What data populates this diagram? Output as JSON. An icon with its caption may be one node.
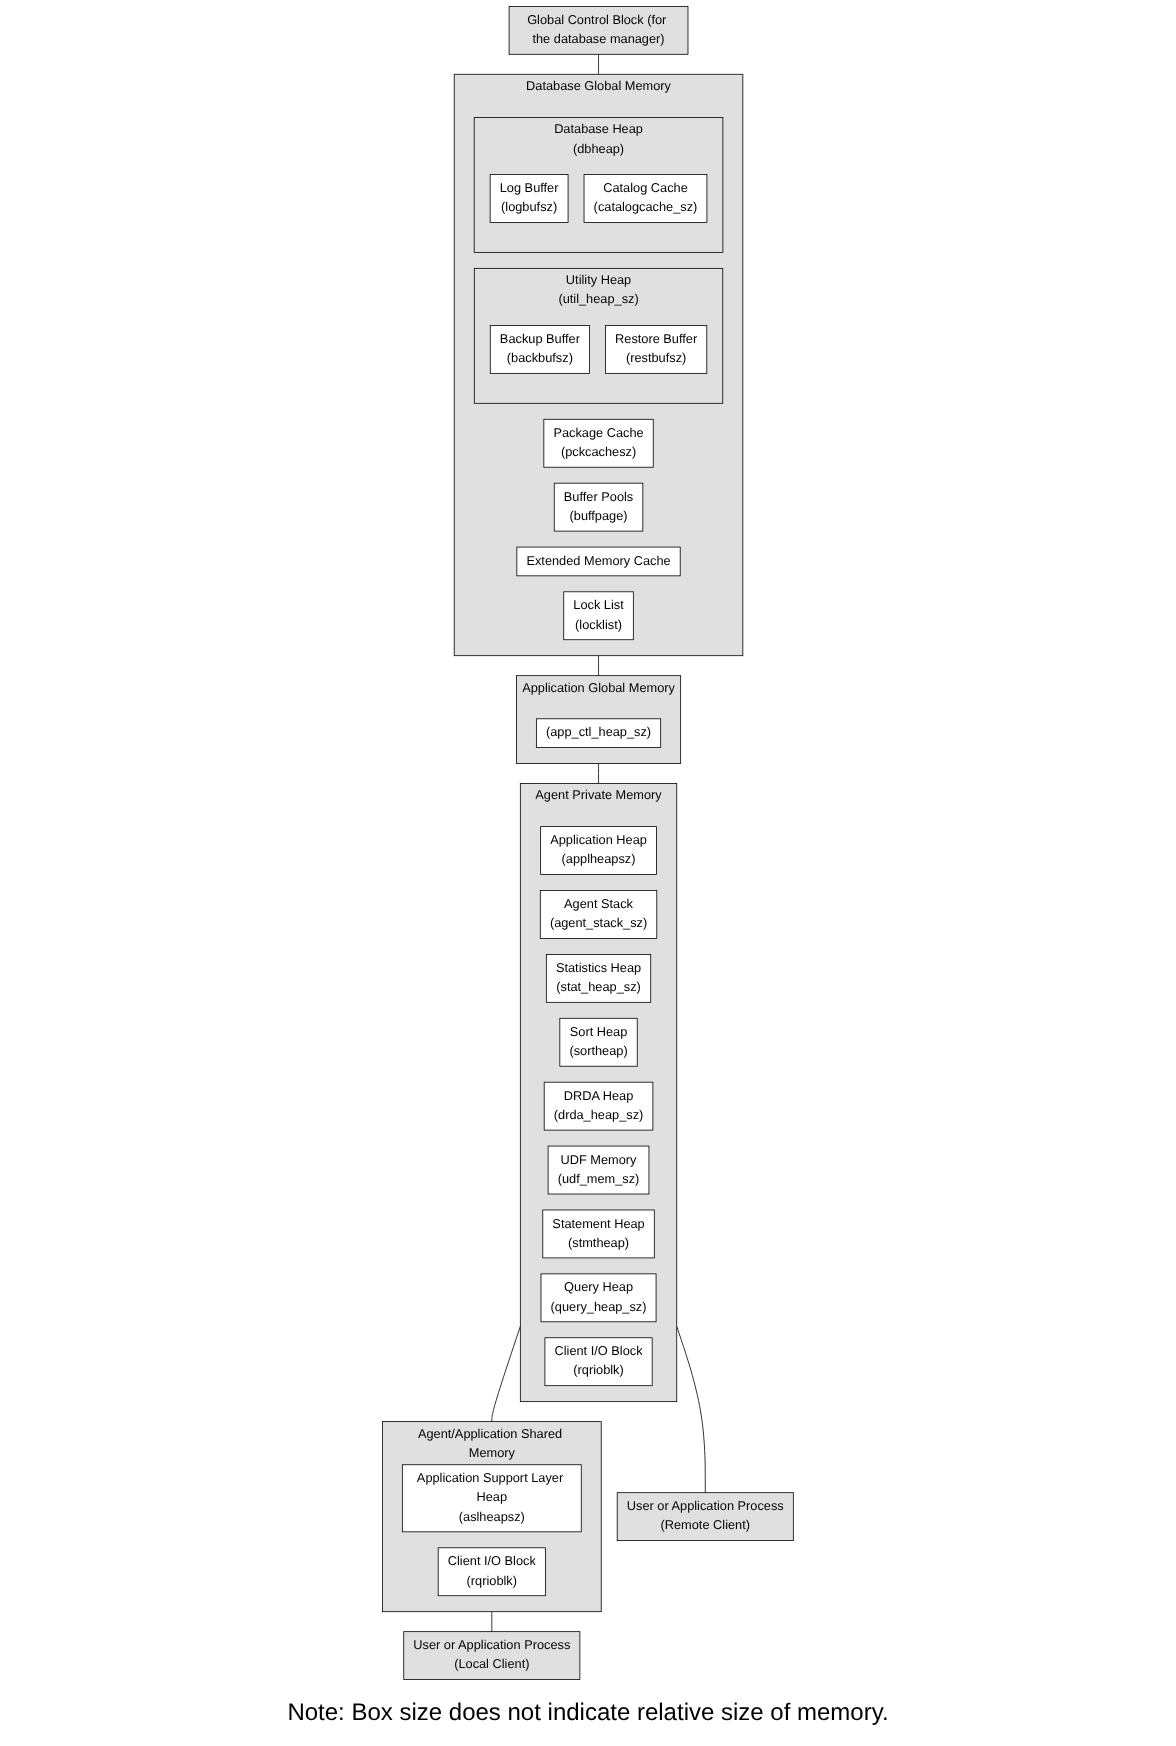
{
  "diagram": {
    "nodes": [
      {
        "text": [
          "Global Control Block (for the database manager)"
        ]
      },
      {
        "text": [
          "Database Global Memory"
        ]
      },
      {
        "text": [
          "Utility Heap",
          "(util_heap_sz)"
        ],
        "in": 1
      },
      {
        "text": [
          "Backup Buffer",
          "(backbufsz)"
        ],
        "in": 2
      },
      {
        "text": [
          "Restore Buffer",
          "(restbufsz)"
        ],
        "in": 2
      },
      {
        "text": [
          "Package Cache",
          "(pckcachesz)"
        ],
        "in": 1
      },
      {
        "text": [
          "Buffer Pools",
          "(buffpage)"
        ],
        "in": 1
      },
      {
        "text": [
          "Extended Memory Cache"
        ],
        "in": 1
      },
      {
        "text": [
          "Lock List",
          "(locklist)"
        ],
        "in": 1
      },
      {
        "text": [
          "Database Heap",
          "(dbheap)"
        ],
        "in": 1
      },
      {
        "text": [
          "Log Buffer",
          "(logbufsz)"
        ],
        "in": 9
      },
      {
        "text": [
          "Catalog Cache",
          "(catalogcache_sz)"
        ],
        "in": 9
      },
      {
        "text": [
          "Application Global Memory"
        ]
      },
      {
        "text": [
          "(app_ctl_heap_sz)"
        ],
        "in": 12
      },
      {
        "text": [
          "Agent Private Memory"
        ]
      },
      {
        "text": [
          "Application Heap",
          "(applheapsz)"
        ],
        "in": 14
      },
      {
        "text": [
          "Agent Stack",
          "(agent_stack_sz)"
        ],
        "in": 14
      },
      {
        "text": [
          "Statistics Heap",
          "(stat_heap_sz)"
        ],
        "in": 14
      },
      {
        "text": [
          "Sort Heap",
          "(sortheap)"
        ],
        "in": 14
      },
      {
        "text": [
          "DRDA Heap",
          "(drda_heap_sz)"
        ],
        "in": 14
      },
      {
        "text": [
          "UDF Memory",
          "(udf_mem_sz)"
        ],
        "in": 14
      },
      {
        "text": [
          "Statement Heap",
          "(stmtheap)"
        ],
        "in": 14
      },
      {
        "text": [
          "Query Heap",
          "(query_heap_sz)"
        ],
        "in": 14
      },
      {
        "text": [
          "Client I/O Block",
          "(rqrioblk)"
        ],
        "in": 14
      },
      {
        "text": [
          "Agent/Application Shared Memory"
        ]
      },
      {
        "text": [
          "Application Support Layer Heap",
          "(aslheapsz)"
        ],
        "in": 24
      },
      {
        "text": [
          "Client I/O Block",
          "(rqrioblk)"
        ],
        "in": 24
      },
      {
        "text": [
          "User or Application Process",
          "(Local Client)"
        ]
      },
      {
        "text": [
          "User or Application Process",
          "(Remote Client)"
        ]
      }
    ],
    "edges": [
      {
        "from": 0,
        "to": 1,
        "arrow": "none"
      },
      {
        "from": 1,
        "to": 12,
        "arrow": "none"
      },
      {
        "from": 12,
        "to": 14,
        "arrow": "none"
      },
      {
        "from": 14,
        "to": 24,
        "arrow": "none"
      },
      {
        "from": 24,
        "to": 27,
        "arrow": "none"
      },
      {
        "from": 14,
        "to": 28,
        "arrow": "none"
      }
    ],
    "labels": [
      "Note:  Box size does not indicate relative size of memory."
    ]
  }
}
